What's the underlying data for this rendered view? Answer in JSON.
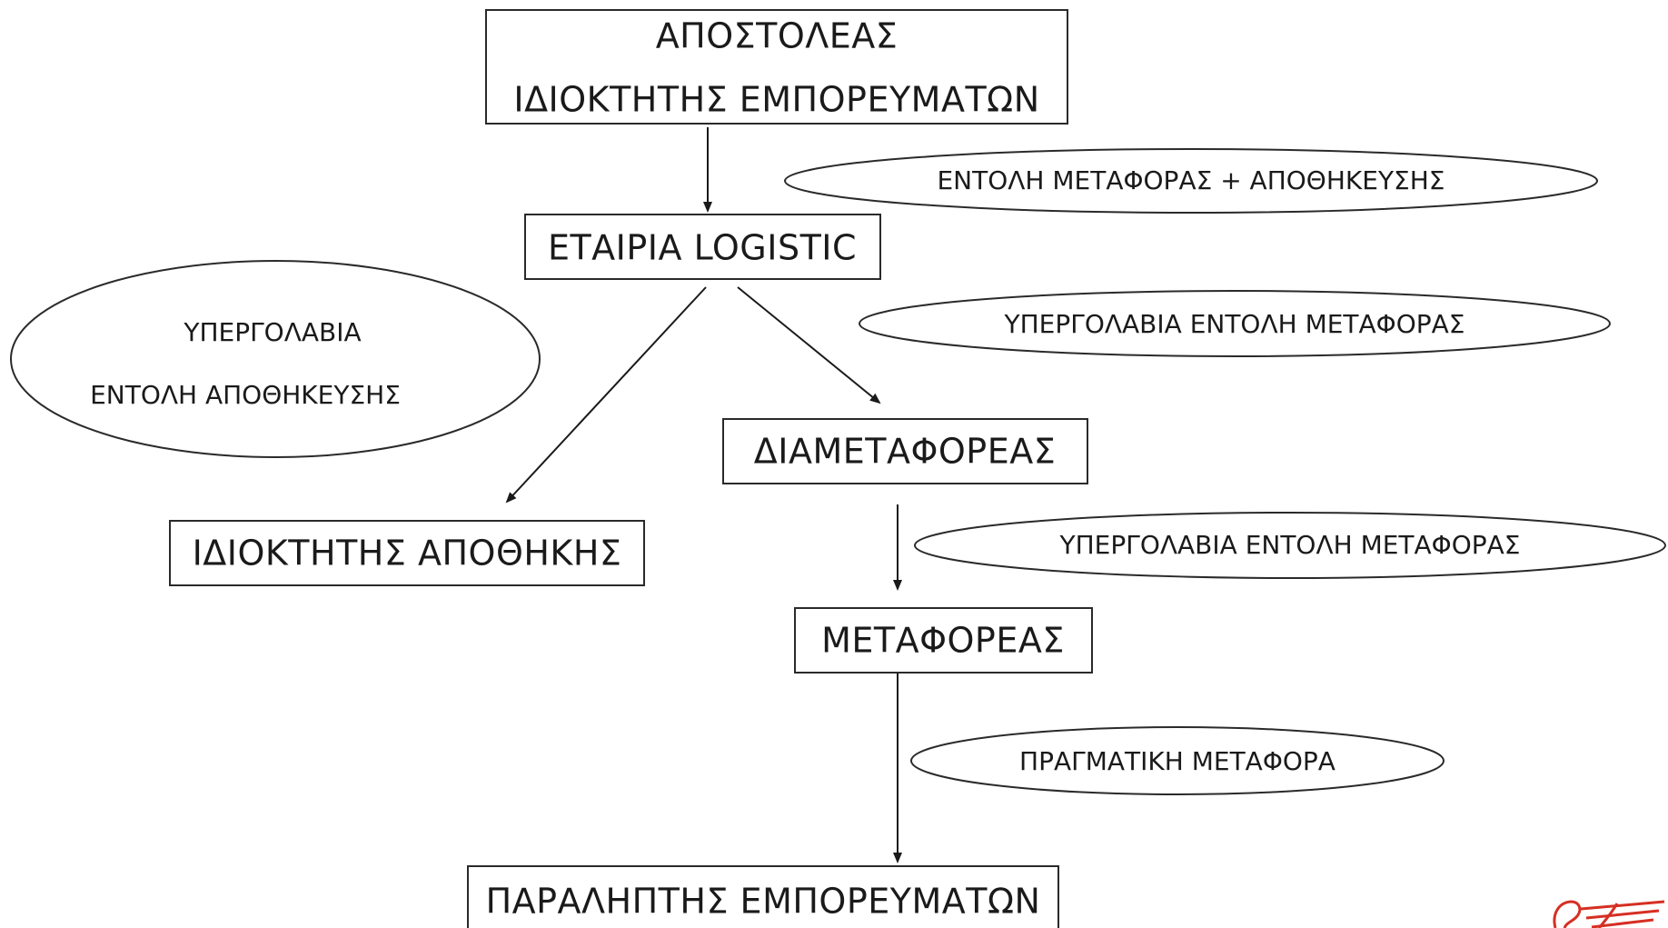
{
  "nodes": {
    "sender": {
      "line1": "ΑΠΟΣΤΟΛΕΑΣ",
      "line2": "ΙΔΙΟΚΤΗΤΗΣ ΕΜΠΟΡΕΥΜΑΤΩΝ"
    },
    "logistics_company": "ΕΤΑΙΡΙΑ LOGISTIC",
    "freight_forwarder": "ΔΙΑΜΕΤΑΦΟΡΕΑΣ",
    "warehouse_owner": "ΙΔΙΟΚΤΗΤΗΣ ΑΠΟΘΗΚΗΣ",
    "carrier": "ΜΕΤΑΦΟΡΕΑΣ",
    "receiver": "ΠΑΡΑΛΗΠΤΗΣ ΕΜΠΟΡΕΥΜΑΤΩΝ"
  },
  "relations": {
    "transport_storage_order": "ΕΝΤΟΛΗ ΜΕΤΑΦΟΡΑΣ + ΑΠΟΘΗΚΕΥΣΗΣ",
    "storage_subcontract": {
      "line1": "ΥΠΕΡΓΟΛΑΒΙΑ",
      "line2": "ΕΝΤΟΛΗ ΑΠΟΘΗΚΕΥΣΗΣ"
    },
    "transport_subcontract_1": "ΥΠΕΡΓΟΛΑΒΙΑ ΕΝΤΟΛΗ ΜΕΤΑΦΟΡΑΣ",
    "transport_subcontract_2": "ΥΠΕΡΓΟΛΑΒΙΑ ΕΝΤΟΛΗ ΜΕΤΑΦΟΡΑΣ",
    "actual_transport": "ΠΡΑΓΜΑΤΙΚΗ ΜΕΤΑΦΟΡΑ"
  },
  "colors": {
    "stroke": "#2a2a2a",
    "text": "#1a1a1a",
    "logo": "#d62f23",
    "background": "#ffffff"
  },
  "icons": {
    "logo": "winged-lion-logo-icon"
  }
}
